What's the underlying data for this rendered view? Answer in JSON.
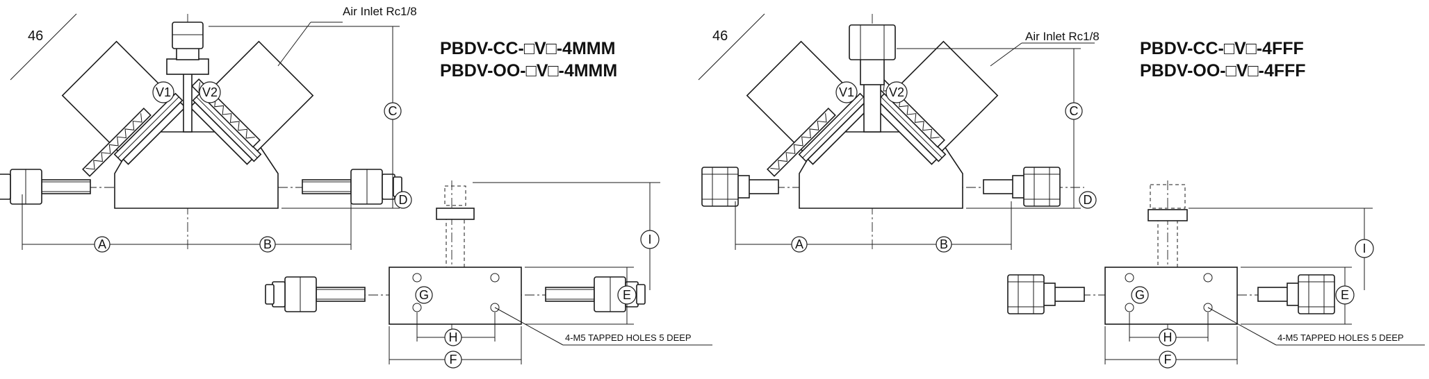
{
  "left": {
    "model_lines": [
      "PBDV-CC-□V□-4MMM",
      "PBDV-OO-□V□-4MMM"
    ],
    "dimension_46": "46",
    "air_inlet": "Air Inlet Rc1/8",
    "valves": [
      "V1",
      "V2"
    ],
    "dims": {
      "A": "A",
      "B": "B",
      "C": "C",
      "D": "D",
      "E": "E",
      "F": "F",
      "G": "G",
      "H": "H",
      "I": "I"
    },
    "holes_note": "4-M5 TAPPED HOLES 5 DEEP"
  },
  "right": {
    "model_lines": [
      "PBDV-CC-□V□-4FFF",
      "PBDV-OO-□V□-4FFF"
    ],
    "dimension_46": "46",
    "air_inlet": "Air Inlet Rc1/8",
    "valves": [
      "V1",
      "V2"
    ],
    "dims": {
      "A": "A",
      "B": "B",
      "C": "C",
      "D": "D",
      "E": "E",
      "F": "F",
      "G": "G",
      "H": "H",
      "I": "I"
    },
    "holes_note": "4-M5 TAPPED HOLES 5 DEEP"
  }
}
